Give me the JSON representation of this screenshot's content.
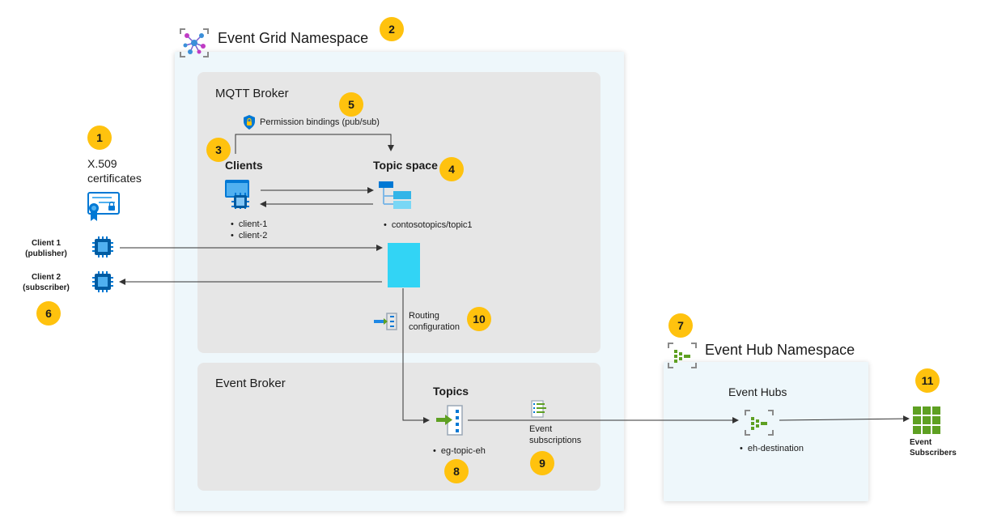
{
  "event_grid": {
    "title": "Event Grid Namespace",
    "badge": "2"
  },
  "mqtt": {
    "title": "MQTT Broker"
  },
  "permission": {
    "label": "Permission bindings (pub/sub)",
    "badge": "5"
  },
  "clients": {
    "title": "Clients",
    "badge": "3",
    "items": [
      "client-1",
      "client-2"
    ]
  },
  "topic_space": {
    "title": "Topic space",
    "badge": "4",
    "items": [
      "contosotopics/topic1"
    ]
  },
  "certs": {
    "badge": "1",
    "line1": "X.509",
    "line2": "certificates"
  },
  "client1": {
    "line1": "Client 1",
    "line2": "(publisher)"
  },
  "client2": {
    "line1": "Client 2",
    "line2": "(subscriber)",
    "badge": "6"
  },
  "routing": {
    "line1": "Routing",
    "line2": "configuration",
    "badge": "10"
  },
  "event_broker": {
    "title": "Event Broker"
  },
  "topics": {
    "title": "Topics",
    "badge": "8",
    "items": [
      "eg-topic-eh"
    ]
  },
  "subs": {
    "line1": "Event",
    "line2": "subscriptions",
    "badge": "9"
  },
  "event_hub_ns": {
    "title": "Event Hub Namespace",
    "badge": "7"
  },
  "event_hubs": {
    "title": "Event Hubs",
    "items": [
      "eh-destination"
    ]
  },
  "subscribers": {
    "line1": "Event",
    "line2": "Subscribers",
    "badge": "11"
  },
  "icons": [
    "event-grid-icon",
    "shield-lock-icon",
    "certificate-icon",
    "client-chip-icon",
    "topic-space-icon",
    "routing-icon",
    "topic-icon",
    "subscriptions-icon",
    "event-hub-icon",
    "subscribers-grid-icon"
  ],
  "colors": {
    "badge": "#ffc20e",
    "azure_blue": "#0078d4",
    "cyan": "#32d4f5",
    "green": "#5ea022"
  }
}
